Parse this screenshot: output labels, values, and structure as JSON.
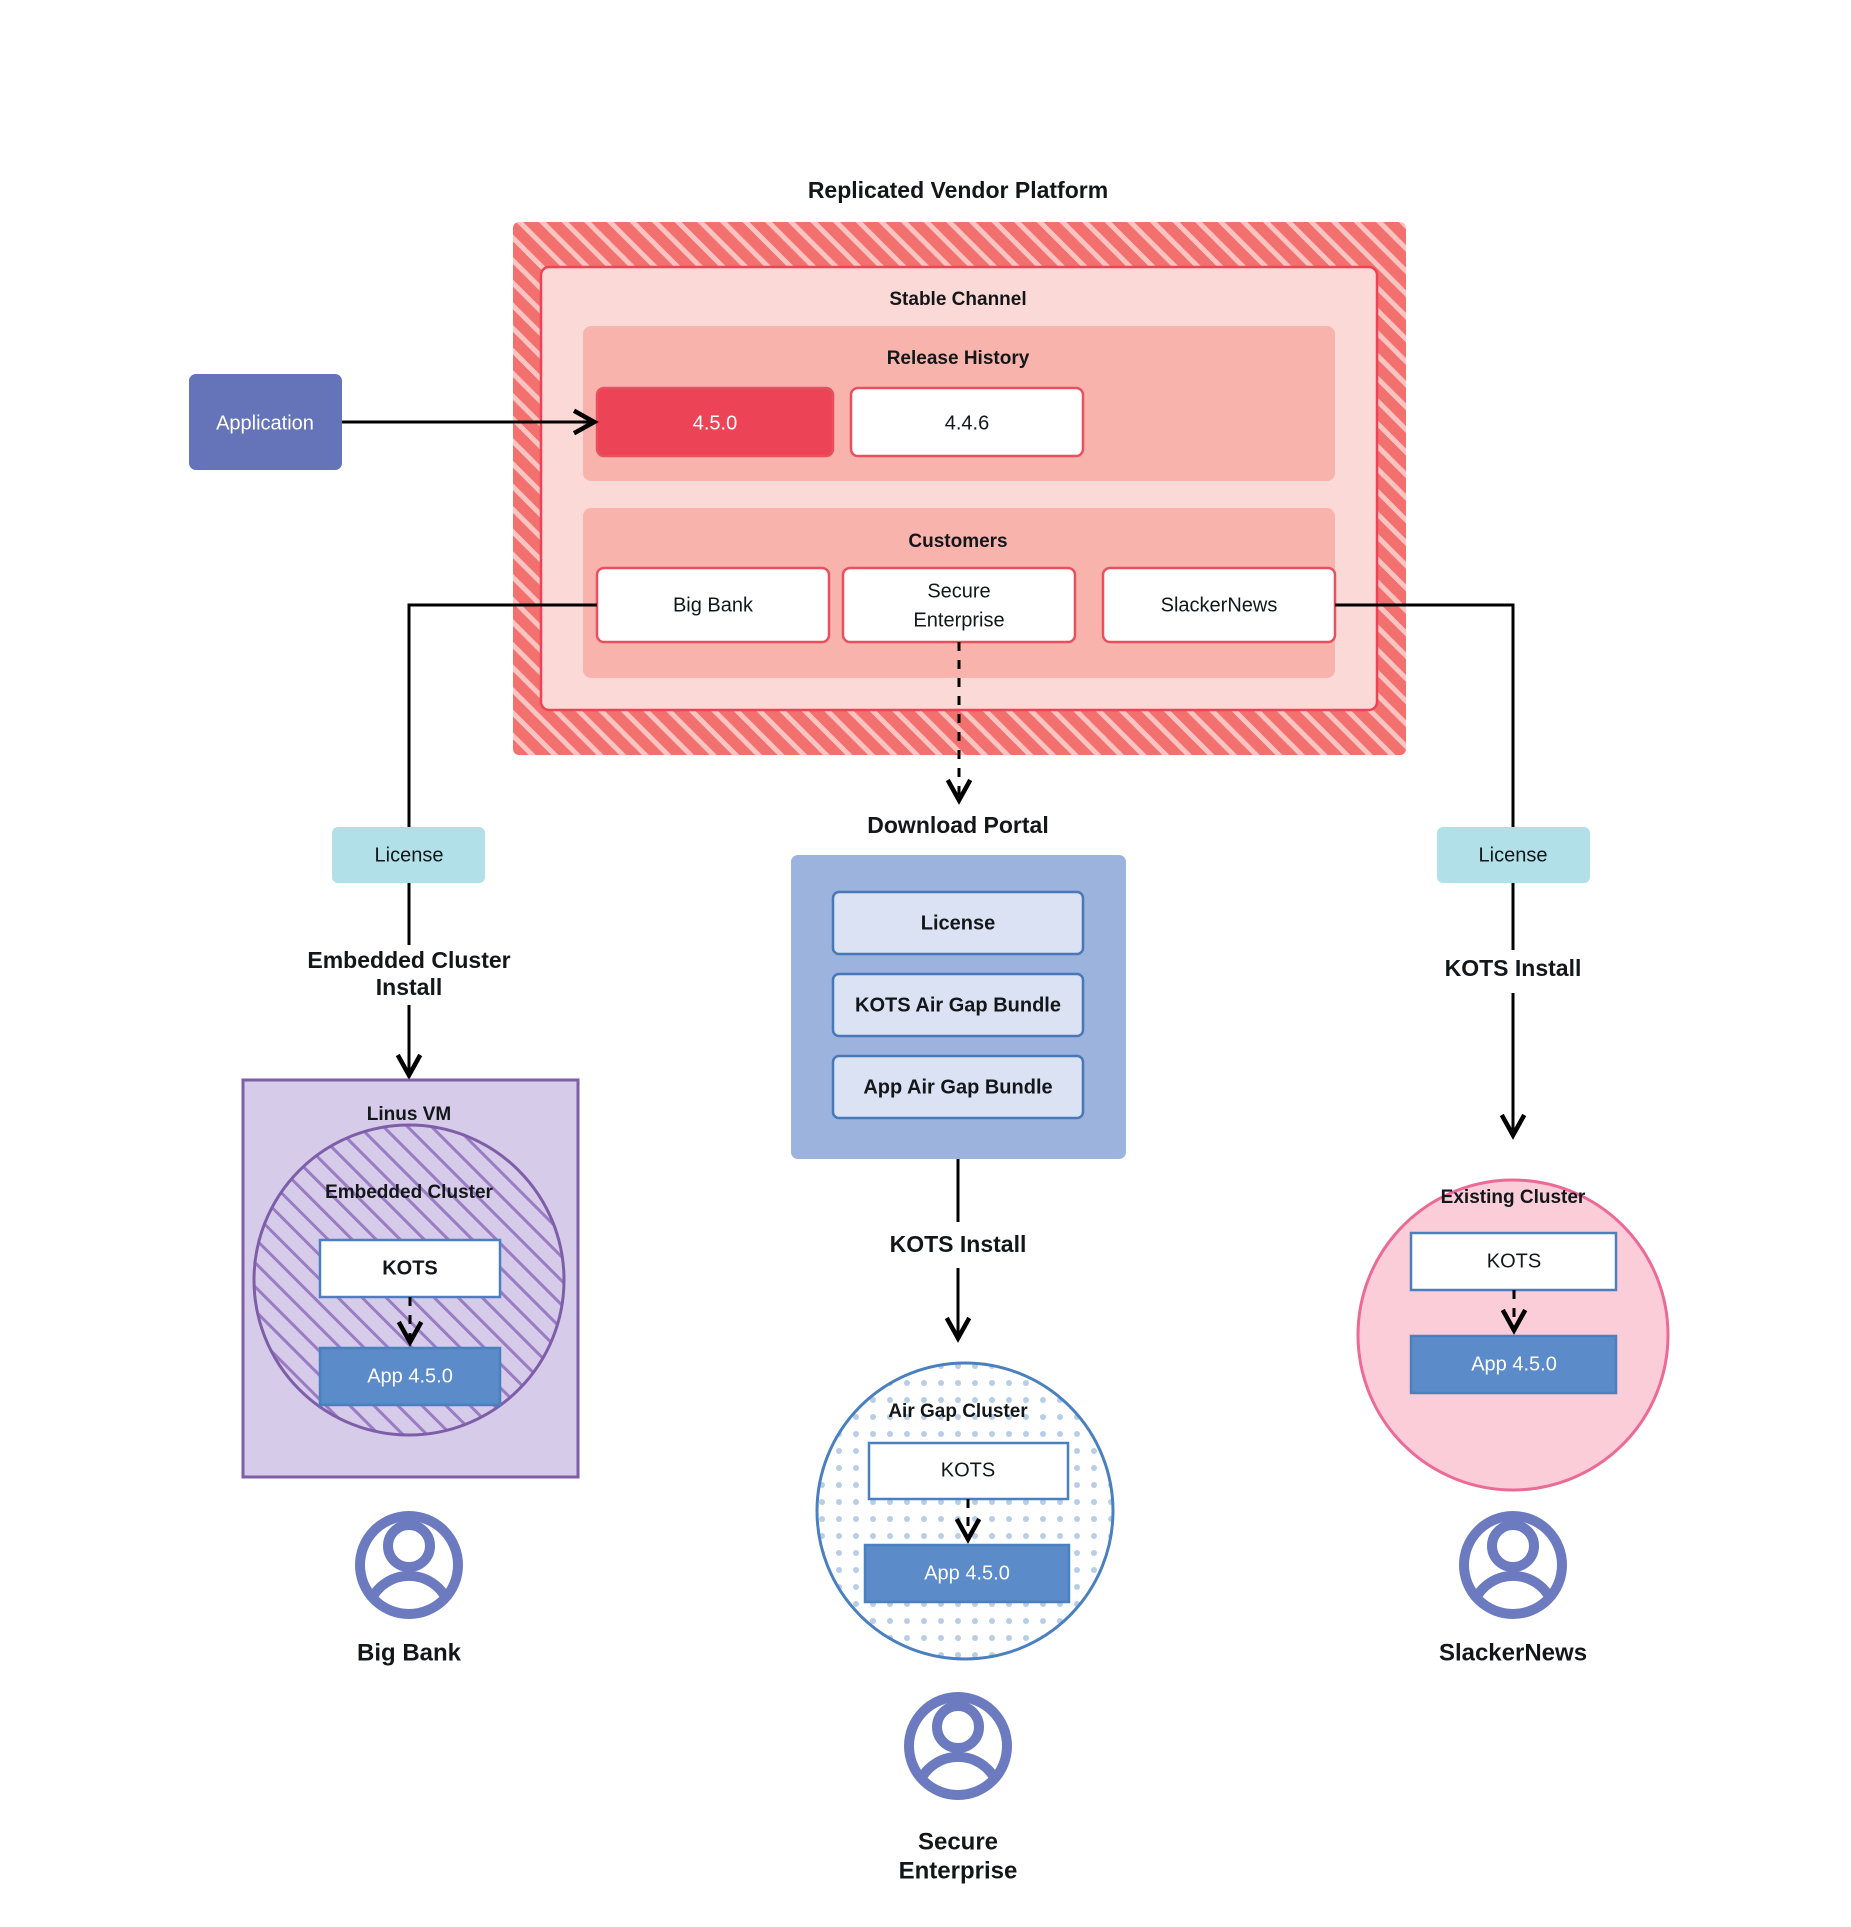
{
  "diagram": {
    "title": "Replicated Vendor Platform",
    "application": {
      "label": "Application"
    },
    "platform": {
      "channel_label": "Stable Channel",
      "release_history": {
        "label": "Release History",
        "releases": [
          {
            "version": "4.5.0",
            "state": "current"
          },
          {
            "version": "4.4.6",
            "state": "previous"
          }
        ]
      },
      "customers": {
        "label": "Customers",
        "items": [
          {
            "name": "Big Bank"
          },
          {
            "name": "Secure\nEnterprise",
            "line1": "Secure",
            "line2": "Enterprise"
          },
          {
            "name": "SlackerNews"
          }
        ]
      }
    },
    "download_portal": {
      "title": "Download  Portal",
      "artifacts": [
        {
          "label": "License"
        },
        {
          "label": "KOTS Air Gap Bundle"
        },
        {
          "label": "App Air Gap Bundle"
        }
      ]
    },
    "license_left": {
      "label": "License"
    },
    "license_right": {
      "label": "License"
    },
    "flows": {
      "left": {
        "line1": "Embedded Cluster",
        "line2": "Install"
      },
      "center": {
        "label": "KOTS Install"
      },
      "right": {
        "label": "KOTS Install"
      }
    },
    "targets": {
      "left": {
        "host_label": "Linus VM",
        "cluster_label": "Embedded Cluster",
        "kots_label": "KOTS",
        "app_label": "App 4.5.0"
      },
      "center": {
        "cluster_label": "Air Gap Cluster",
        "kots_label": "KOTS",
        "app_label": "App 4.5.0"
      },
      "right": {
        "cluster_label": "Existing Cluster",
        "kots_label": "KOTS",
        "app_label": "App 4.5.0"
      }
    },
    "personas": [
      {
        "icon": "user-avatar-icon",
        "label": "Big Bank"
      },
      {
        "icon": "user-avatar-icon",
        "line1": "Secure",
        "line2": "Enterprise"
      },
      {
        "icon": "user-avatar-icon",
        "label": "SlackerNews"
      }
    ],
    "colors": {
      "platform_hatch": "#f2706d",
      "channel_bg": "#fbd9d6",
      "section_bg": "#f9b3ad",
      "release_current": "#ed4356",
      "release_border": "#e8505f",
      "app_box": "#6574b8",
      "license_cyan": "#b2e0e8",
      "portal_bg": "#9bb3dd",
      "portal_item": "#dbe2f4",
      "portal_border": "#4a77b5",
      "vm_bg": "#d6cbe8",
      "vm_border": "#7e5ea8",
      "airgap_border": "#4a80c0",
      "existing_bg": "#fbcdd9",
      "existing_border": "#ec6a96",
      "app_blue": "#5b8bc9",
      "persona": "#6c7bbf",
      "line": "#000000"
    }
  }
}
